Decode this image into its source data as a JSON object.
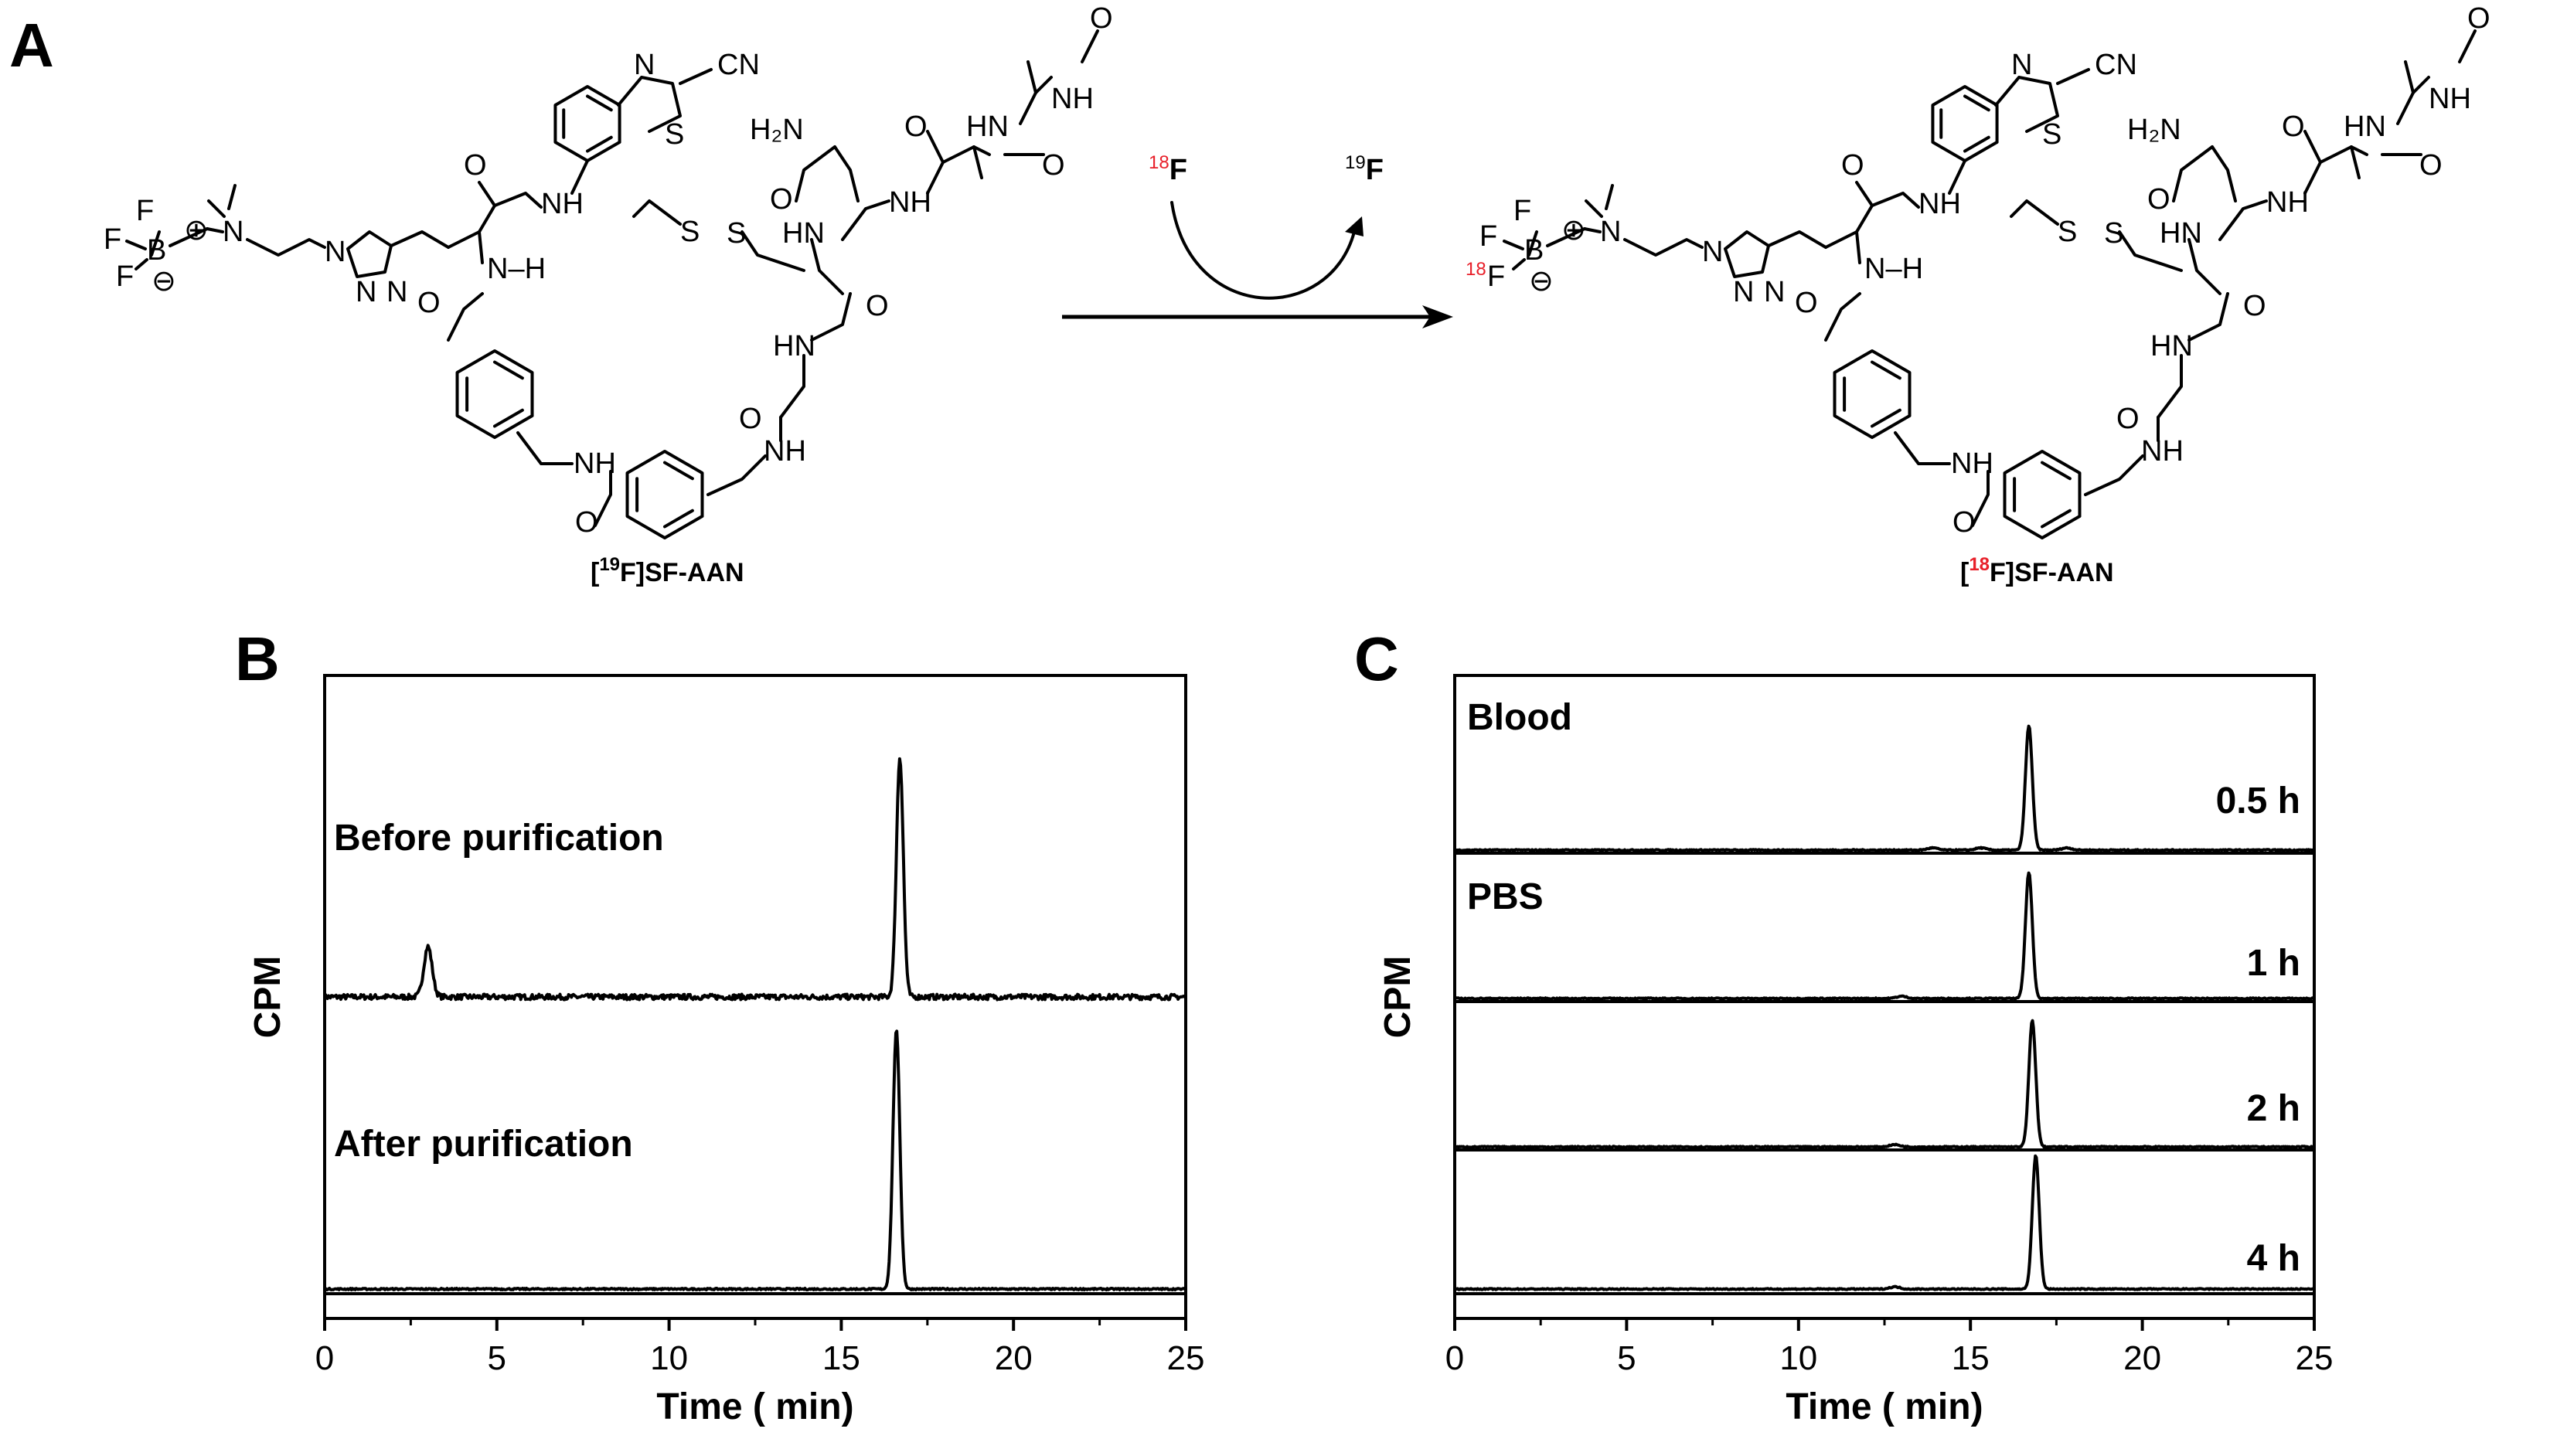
{
  "panels": {
    "A": "A",
    "B": "B",
    "C": "C"
  },
  "scheme": {
    "reagent_sup": "18",
    "reagent_el": "F",
    "released_sup": "19",
    "released_el": "F",
    "reactant_name": {
      "open": "[",
      "sup": "19",
      "rest": "F]SF-AAN"
    },
    "product_name": {
      "open": "[",
      "sup": "18",
      "rest": "F]SF-AAN"
    },
    "atoms": {
      "F": "F",
      "B": "B",
      "N": "N",
      "S": "S",
      "O": "O",
      "NH": "NH",
      "HN": "HN",
      "H2N": "H₂N",
      "CN": "CN",
      "N_H": "N–H",
      "plus": "⊕",
      "minus": "⊖",
      "label18": "18"
    },
    "colors": {
      "isotope_highlight": "#e8202a"
    }
  },
  "chart_data": [
    {
      "type": "line",
      "panel": "B",
      "xlabel": "Time ( min)",
      "ylabel": "CPM",
      "xlim": [
        0,
        25
      ],
      "xticks": [
        0,
        5,
        10,
        15,
        20,
        25
      ],
      "grid": false,
      "series": [
        {
          "name": "Before purification",
          "peaks": [
            {
              "x": 3.0,
              "rel_height": 0.13,
              "width": 0.12
            },
            {
              "x": 16.7,
              "rel_height": 0.62,
              "width": 0.1
            }
          ],
          "noise": "high"
        },
        {
          "name": "After purification",
          "peaks": [
            {
              "x": 16.6,
              "rel_height": 0.67,
              "width": 0.1
            }
          ],
          "noise": "low"
        }
      ]
    },
    {
      "type": "line",
      "panel": "C",
      "xlabel": "Time ( min)",
      "ylabel": "CPM",
      "xlim": [
        0,
        25
      ],
      "xticks": [
        0,
        5,
        10,
        15,
        20,
        25
      ],
      "grid": false,
      "group_labels": [
        "Blood",
        "PBS"
      ],
      "series": [
        {
          "name": "0.5 h",
          "group": "Blood",
          "peaks": [
            {
              "x": 16.7,
              "rel_height": 0.67,
              "width": 0.1
            }
          ],
          "minor": [
            13.9,
            15.3,
            17.8
          ]
        },
        {
          "name": "1 h",
          "group": "PBS",
          "peaks": [
            {
              "x": 16.7,
              "rel_height": 0.68,
              "width": 0.1
            }
          ],
          "minor": [
            13.0
          ]
        },
        {
          "name": "2 h",
          "group": "PBS",
          "peaks": [
            {
              "x": 16.8,
              "rel_height": 0.68,
              "width": 0.1
            }
          ],
          "minor": [
            12.8
          ]
        },
        {
          "name": "4 h",
          "group": "PBS",
          "peaks": [
            {
              "x": 16.9,
              "rel_height": 0.72,
              "width": 0.1
            }
          ],
          "minor": [
            12.8
          ]
        }
      ]
    }
  ]
}
